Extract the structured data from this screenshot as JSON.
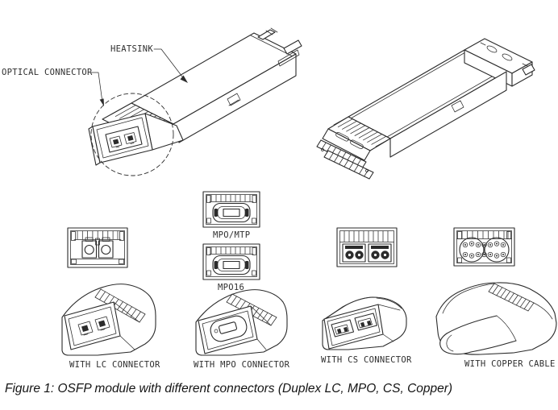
{
  "figure": {
    "caption": "Figure 1: OSFP module with different connectors (Duplex LC, MPO, CS, Copper)"
  },
  "callouts": {
    "heatsink": "HEATSINK",
    "optical_connector": "OPTICAL CONNECTOR"
  },
  "face_labels": {
    "mpo_mtp": "MPO/MTP",
    "mpo16": "MPO16"
  },
  "connector_labels": {
    "lc": "WITH LC CONNECTOR",
    "mpo": "WITH MPO CONNECTOR",
    "cs": "WITH CS CONNECTOR",
    "copper": "WITH COPPER CABLE"
  },
  "colors": {
    "line": "#2b2b2b",
    "background": "#ffffff"
  }
}
